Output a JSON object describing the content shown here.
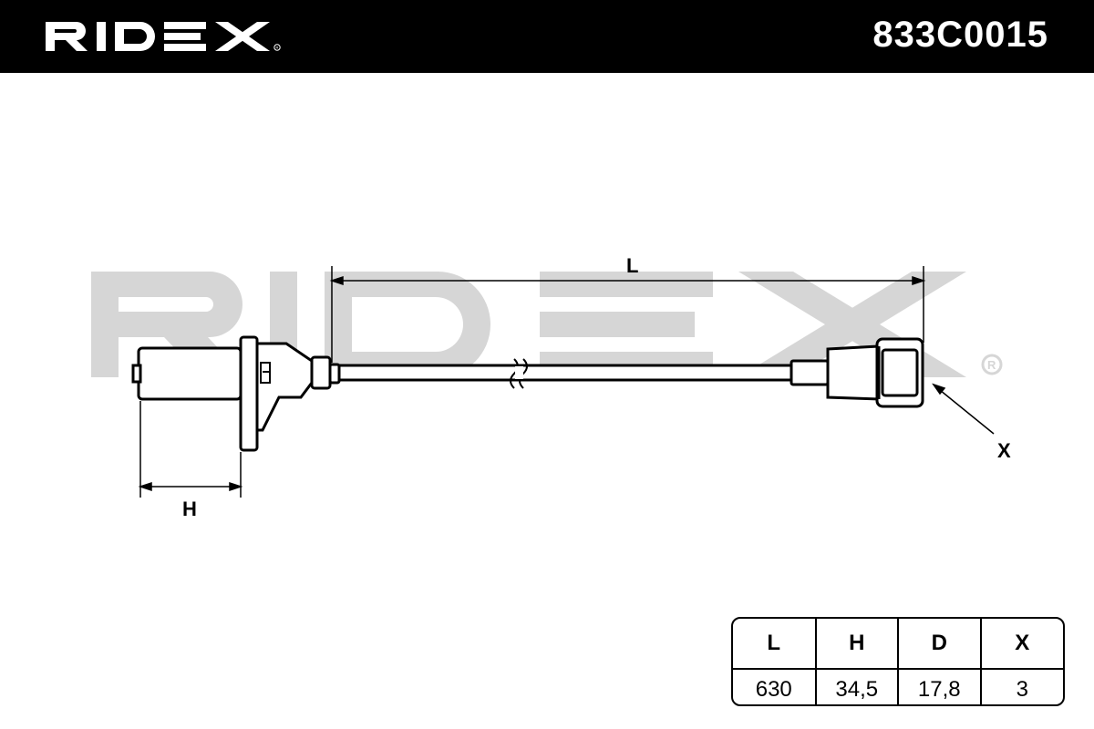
{
  "header": {
    "brand": "RIDEX",
    "part_number": "833C0015"
  },
  "drawing": {
    "dimension_labels": {
      "length": "L",
      "height": "H",
      "connector": "X"
    },
    "watermark_text": "RIDEX"
  },
  "spec_table": {
    "headers": [
      "L",
      "H",
      "D",
      "X"
    ],
    "values": [
      "630",
      "34,5",
      "17,8",
      "3"
    ]
  }
}
